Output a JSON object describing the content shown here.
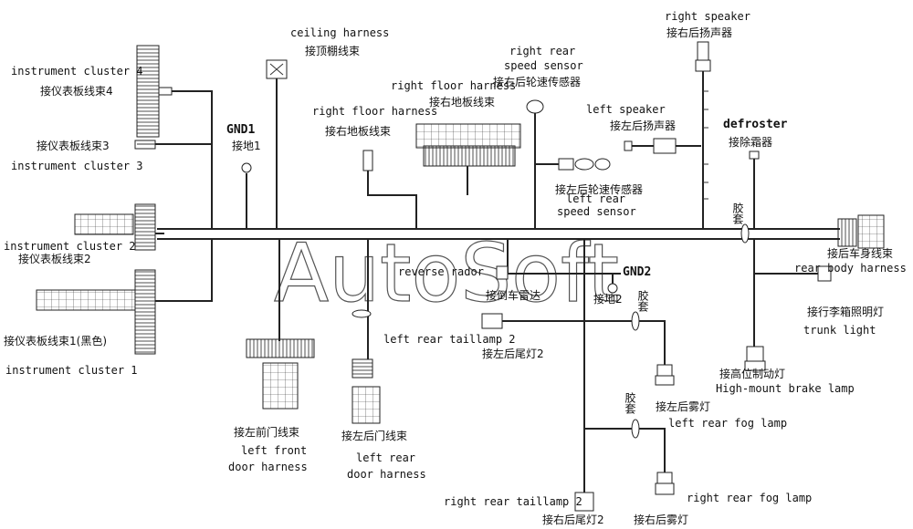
{
  "watermark": "AutoSoft",
  "labels": {
    "ic4_en": "instrument cluster 4",
    "ic4_cn": "接仪表板线束4",
    "ic3_cn": "接仪表板线束3",
    "ic3_en": "instrument cluster 3",
    "ic2_en": "instrument cluster 2",
    "ic2_cn": "接仪表板线束2",
    "ic1_cn": "接仪表板线束1(黑色)",
    "ic1_en": "instrument cluster 1",
    "gnd1_en": "GND1",
    "gnd1_cn": "接地1",
    "ceiling_en": "ceiling harness",
    "ceiling_cn": "接顶棚线束",
    "rfloor1_en": "right floor harness",
    "rfloor1_cn": "接右地板线束",
    "rfloor2_en": "right floor harness",
    "rfloor2_cn": "接右地板线束",
    "rrss_en1": "right rear",
    "rrss_en2": "speed sensor",
    "rrss_cn": "接右后轮速传感器",
    "lrss_cn": "接左后轮速传感器",
    "lrss_en1": "left rear",
    "lrss_en2": "speed sensor",
    "rspk_en": "right speaker",
    "rspk_cn": "接右后扬声器",
    "lspk_en": "left speaker",
    "lspk_cn": "接左后扬声器",
    "defrost_en": "defroster",
    "defrost_cn": "接除霜器",
    "tape1": "胶套",
    "rbody_cn": "接后车身线束",
    "rbody_en": "rear body harness",
    "trunk_cn": "接行李箱照明灯",
    "trunk_en": "trunk light",
    "hmbl_cn": "接高位制动灯",
    "hmbl_en": "High-mount brake lamp",
    "gnd2_en": "GND2",
    "gnd2_cn": "接地2",
    "tape2": "胶套",
    "tape3": "胶套",
    "reverse_en": "reverse rador",
    "reverse_cn": "接倒车雷达",
    "lrt_en": "left rear taillamp 2",
    "lrt_cn": "接左后尾灯2",
    "lrfog_cn": "接左后雾灯",
    "lrfog_en": "left rear fog lamp",
    "lfd_cn": "接左前门线束",
    "lfd_en1": "left front",
    "lfd_en2": "door harness",
    "lrd_cn": "接左后门线束",
    "lrd_en1": "left rear",
    "lrd_en2": "door harness",
    "rrt_en": "right rear taillamp 2",
    "rrt_cn": "接右后尾灯2",
    "rrfog_en": "right rear fog lamp",
    "rrfog_cn": "接右后雾灯"
  }
}
